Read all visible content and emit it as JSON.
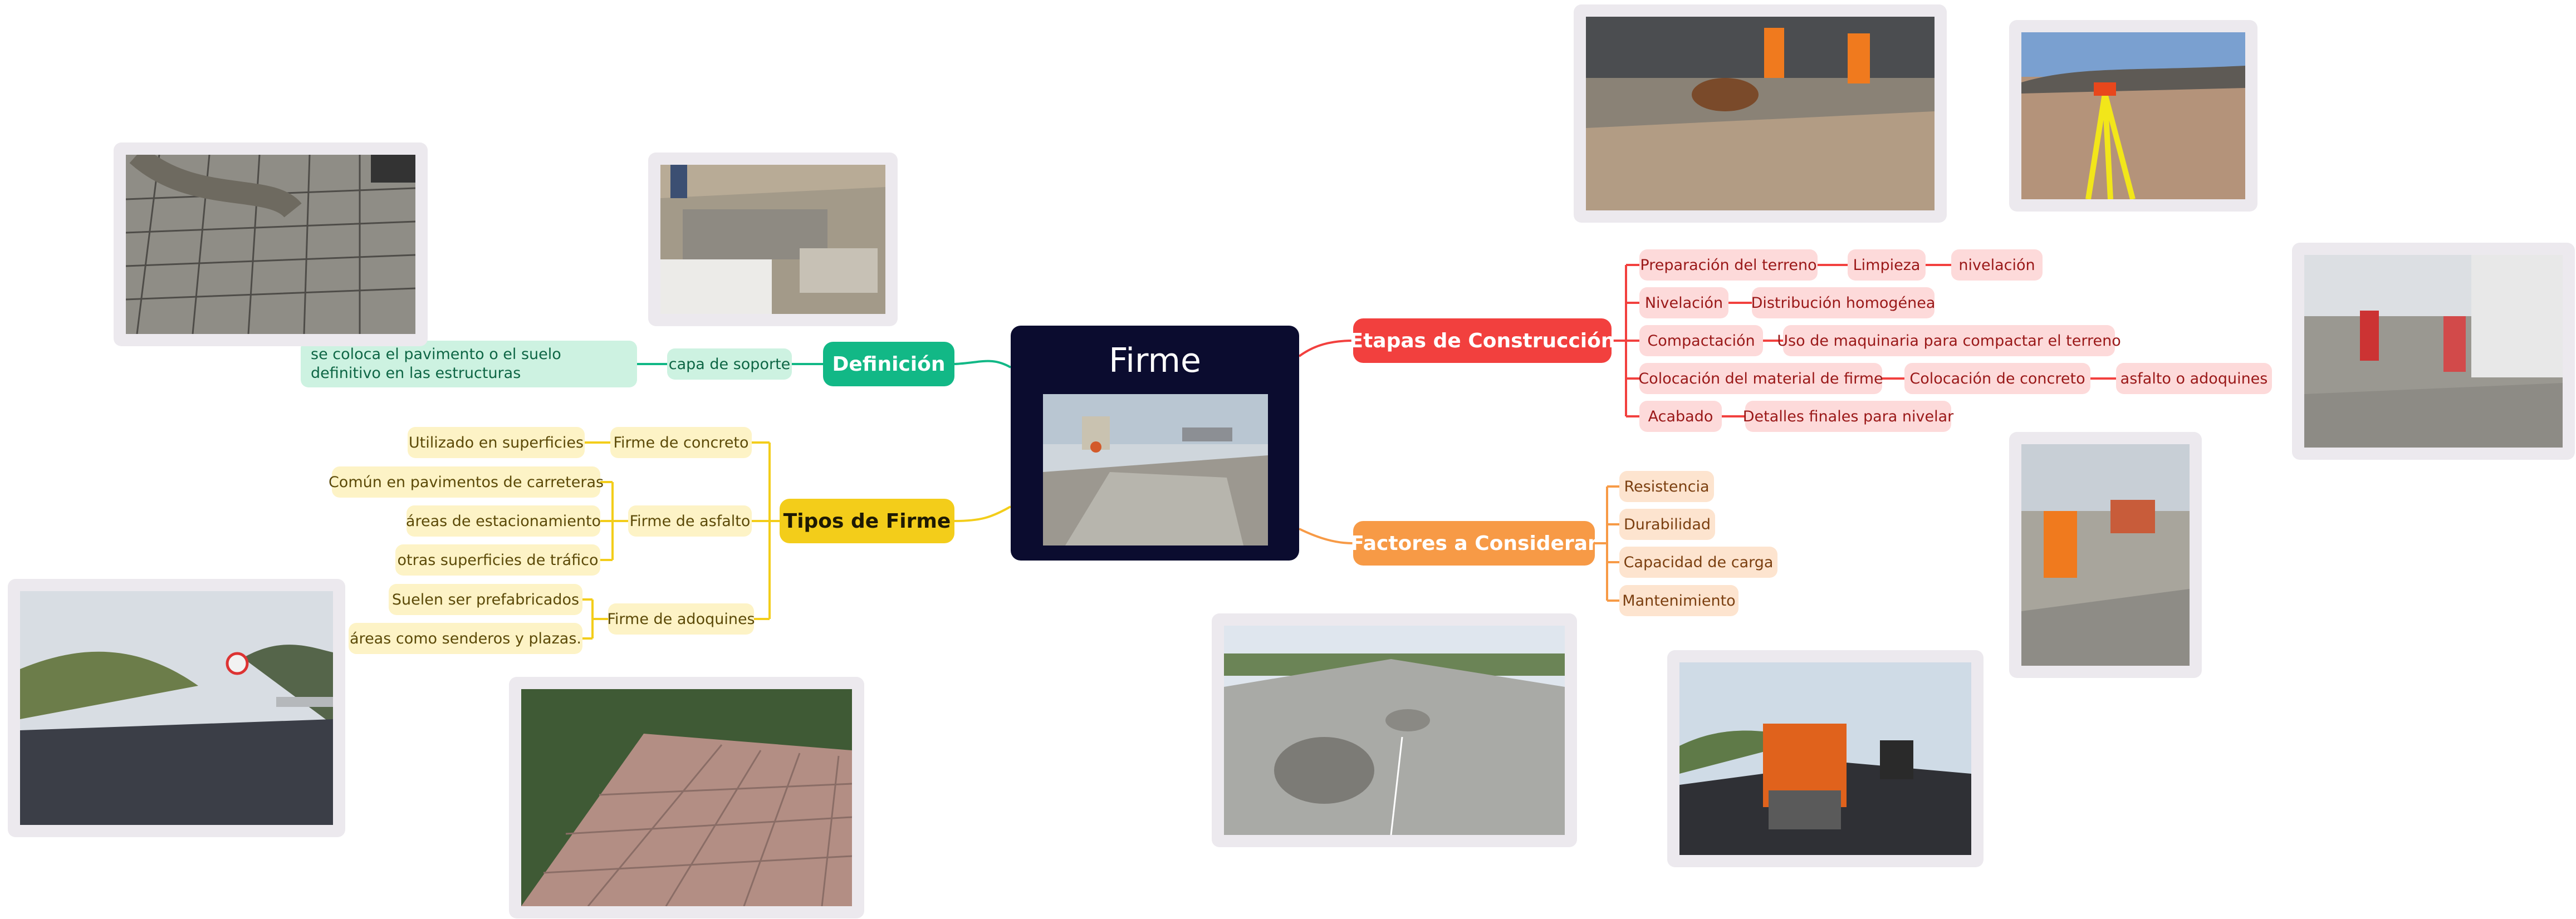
{
  "root": {
    "title": "Firme",
    "image": "concrete-pouring-photo"
  },
  "branches": {
    "definicion": {
      "label": "Definición",
      "color": "#12b886",
      "children": [
        {
          "label": "capa de soporte",
          "children": [
            {
              "label": "se coloca el pavimento o el suelo definitivo en las estructuras"
            }
          ]
        }
      ]
    },
    "tipos": {
      "label": "Tipos de Firme",
      "color": "#f3cd1a",
      "children": [
        {
          "label": "Firme de concreto",
          "children": [
            {
              "label": "Utilizado en superficies"
            }
          ]
        },
        {
          "label": "Firme de asfalto",
          "children": [
            {
              "label": "Común en pavimentos de carreteras"
            },
            {
              "label": "áreas de estacionamiento"
            },
            {
              "label": "otras superficies de tráfico"
            }
          ]
        },
        {
          "label": "Firme de adoquines",
          "children": [
            {
              "label": "Suelen ser prefabricados"
            },
            {
              "label": "áreas como senderos y plazas."
            }
          ]
        }
      ]
    },
    "etapas": {
      "label": "Etapas de Construcción",
      "color": "#f2403e",
      "children": [
        {
          "label": "Preparación del terreno",
          "children": [
            {
              "label": "Limpieza",
              "children": [
                {
                  "label": "nivelación"
                }
              ]
            }
          ]
        },
        {
          "label": "Nivelación",
          "children": [
            {
              "label": "Distribución homogénea"
            }
          ]
        },
        {
          "label": "Compactación",
          "children": [
            {
              "label": "Uso de maquinaria para compactar el terreno"
            }
          ]
        },
        {
          "label": "Colocación del material de firme",
          "children": [
            {
              "label": "Colocación de concreto",
              "children": [
                {
                  "label": "asfalto o adoquines"
                }
              ]
            }
          ]
        },
        {
          "label": "Acabado",
          "children": [
            {
              "label": "Detalles finales para nivelar"
            }
          ]
        }
      ]
    },
    "factores": {
      "label": "Factores a Considerar",
      "color": "#f79a46",
      "children": [
        {
          "label": "Resistencia"
        },
        {
          "label": "Durabilidad"
        },
        {
          "label": "Capacidad de carga"
        },
        {
          "label": "Mantenimiento"
        }
      ]
    }
  },
  "images": [
    {
      "name": "concrete-mesh-photo"
    },
    {
      "name": "formwork-blocks-photo"
    },
    {
      "name": "asphalt-road-photo"
    },
    {
      "name": "paving-stones-photo"
    },
    {
      "name": "workers-wheelbarrow-photo"
    },
    {
      "name": "surveying-level-photo"
    },
    {
      "name": "concrete-truck-photo"
    },
    {
      "name": "workers-finishing-photo"
    },
    {
      "name": "cracked-road-photo"
    },
    {
      "name": "road-roller-photo"
    }
  ]
}
